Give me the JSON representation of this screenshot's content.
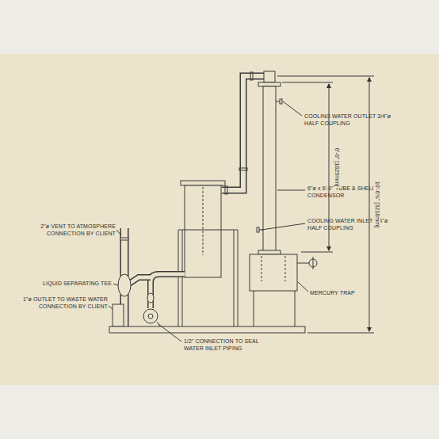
{
  "diagram": {
    "labels": [
      "COOLING WATER OUTLET 3/4\"ø HALF COUPLING",
      "6\"ø x 6'-0\" TUBE & SHELL CONDENSOR",
      "COOLING WATER INLET 3/4\"ø HALF COUPLING",
      "MERCURY TRAP",
      "6'-0\" [1829mm]",
      "10'-6⅝\" [3218mm]",
      "2\"ø VENT TO ATMOSPHERE CONNECTION BY CLIENT",
      "LIQUID SEPARATING TEE",
      "1\"ø OUTLET TO WASTE WATER CONNECTION BY CLIENT",
      "1/2\" CONNECTION TO SEAL WATER INLET PIPING"
    ]
  }
}
